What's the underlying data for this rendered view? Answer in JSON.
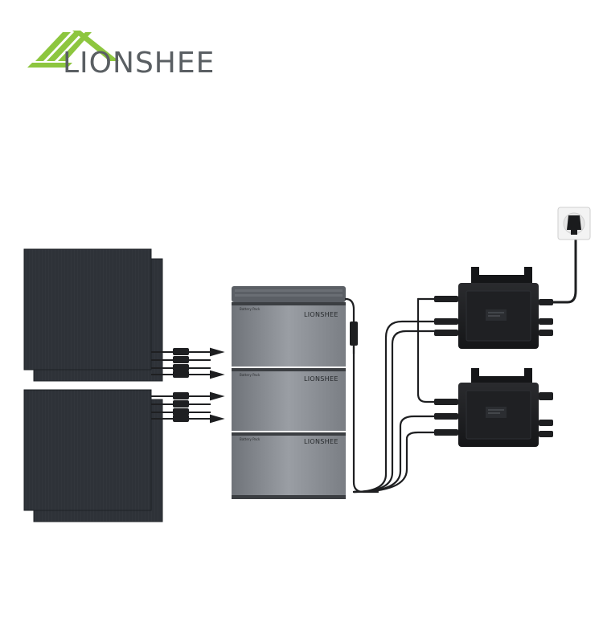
{
  "brand": {
    "name": "LIONSHEE",
    "accent_color": "#8dc63f",
    "text_color": "#5a5f63"
  },
  "battery": {
    "module_label": "Battery Pack",
    "module_brand": "LIONSHEE",
    "body_color": "#8b8f95",
    "module_count": 3
  },
  "components": {
    "solar_panels": 4,
    "microinverters": 2,
    "wall_socket_icon": "wall-socket-icon",
    "cable_color": "#1e1f21"
  }
}
